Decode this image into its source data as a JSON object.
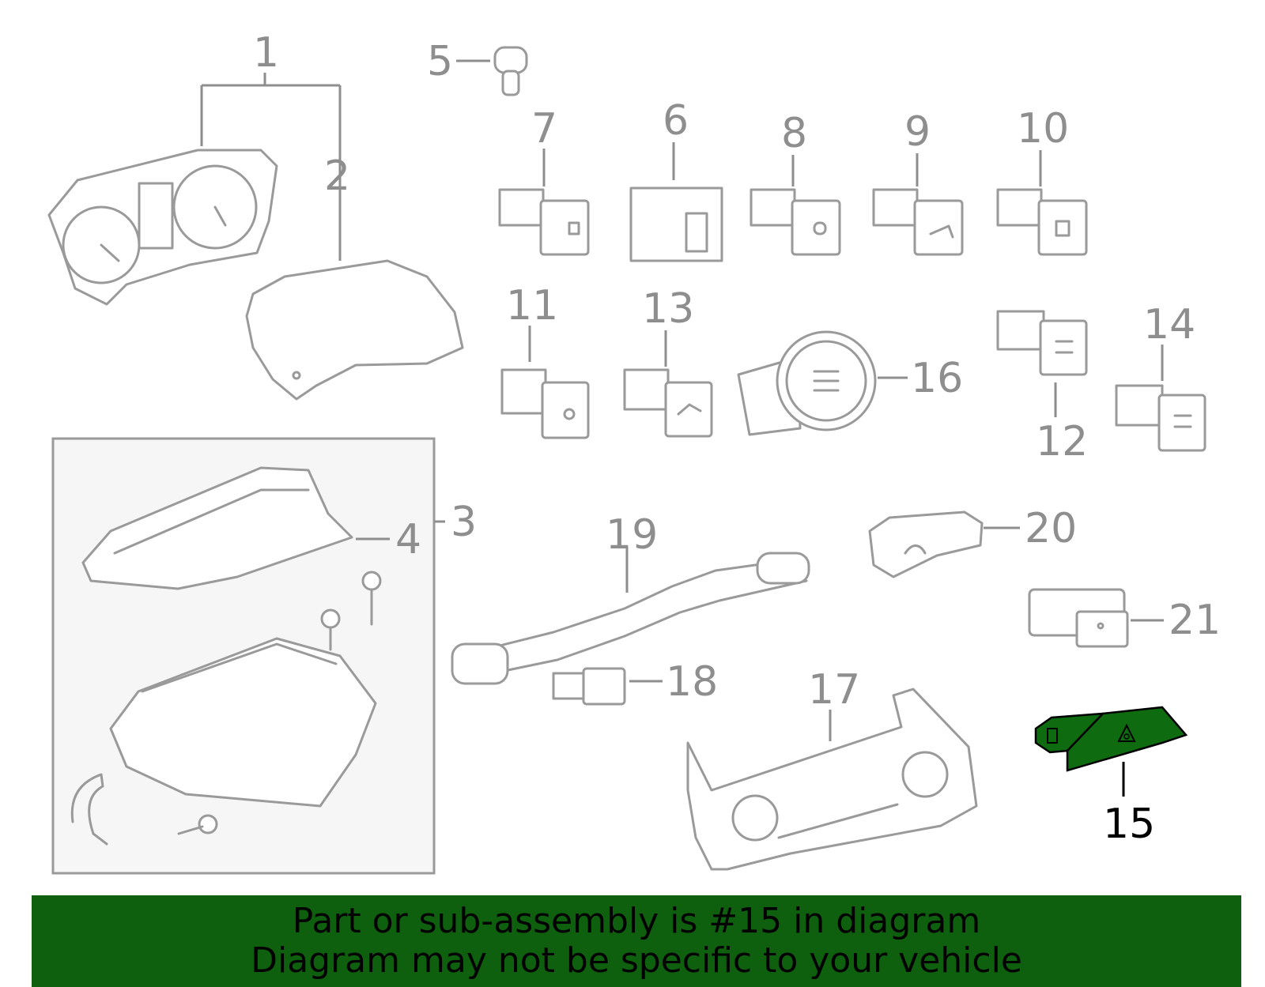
{
  "labels": {
    "p1": "1",
    "p2": "2",
    "p3": "3",
    "p4": "4",
    "p5": "5",
    "p6": "6",
    "p7": "7",
    "p8": "8",
    "p9": "9",
    "p10": "10",
    "p11": "11",
    "p12": "12",
    "p13": "13",
    "p14": "14",
    "p15": "15",
    "p16": "16",
    "p17": "17",
    "p18": "18",
    "p19": "19",
    "p20": "20",
    "p21": "21"
  },
  "highlighted_part": "15",
  "colors": {
    "banner": "#0e5f0e",
    "highlight_part": "#0f6b0f",
    "line_art": "#9a9a9a",
    "box_fill": "#f6f6f6"
  },
  "banner": {
    "line1": "Part or sub-assembly is #15 in diagram",
    "line2": "Diagram may not be specific to your vehicle"
  }
}
